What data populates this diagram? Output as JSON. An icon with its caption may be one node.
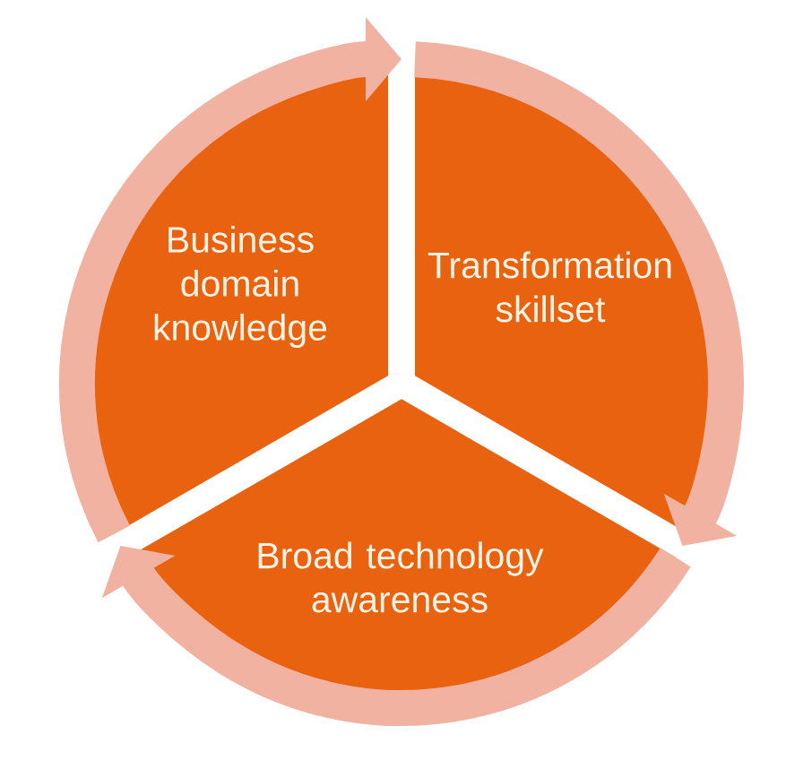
{
  "diagram": {
    "nodes": [
      {
        "text": [
          "Business domain knowledge"
        ]
      },
      {
        "text": [
          "Transformation skillset"
        ]
      },
      {
        "text": [
          "Broad technology awareness"
        ]
      }
    ],
    "edges": [
      {
        "from": 0,
        "to": 1,
        "arrow": "to"
      },
      {
        "from": 1,
        "to": 2,
        "arrow": "to"
      },
      {
        "from": 2,
        "to": 0,
        "arrow": "to"
      }
    ]
  }
}
